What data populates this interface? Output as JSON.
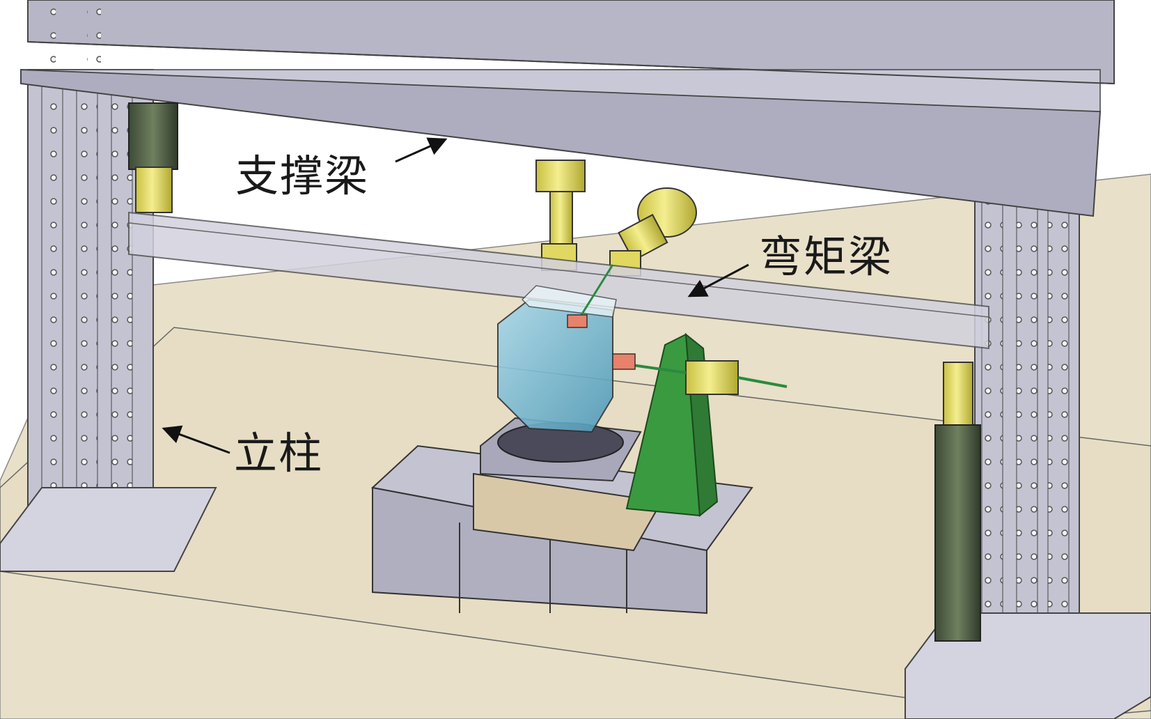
{
  "labels": {
    "support_beam": "支撑梁",
    "moment_beam": "弯矩梁",
    "column": "立柱"
  },
  "colors": {
    "background": "#ffffff",
    "floor": "#e8e0c8",
    "steel": "#b9b8c8",
    "steel_dark": "#8e8da0",
    "steel_light": "#d2d1de",
    "actuator_yellow": "#e8e070",
    "actuator_dark": "#4a5a40",
    "water_tank": "#7ec0d8",
    "stand_green": "#3a9a40",
    "sample_orange": "#e8826a",
    "base_block": "#d8c8a8"
  },
  "icons": [
    "arrow-icon"
  ]
}
